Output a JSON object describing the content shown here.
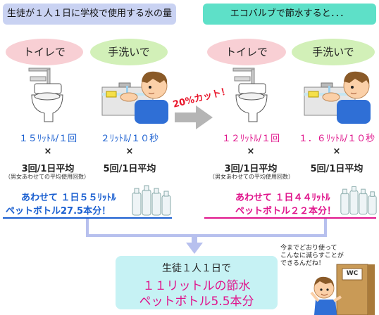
{
  "left": {
    "header": "生徒が１人１日に学校で使用する水の量",
    "toilet_label": "トイレで",
    "hand_label": "手洗いで",
    "toilet_rate": "１５ﾘｯﾄﾙ/１回",
    "hand_rate": "２ﾘｯﾄﾙ/１０秒",
    "times": "×",
    "toilet_freq": "3回/1日平均",
    "toilet_note": "（男女あわせての平均使用回数）",
    "hand_freq": "5回/1日平均",
    "total_line1": "あわせて １日５５ﾘｯﾄﾙ",
    "total_line2": "ペットボトル27.5本分！"
  },
  "right": {
    "header": "エコバルブで節水すると．．．",
    "toilet_label": "トイレで",
    "hand_label": "手洗いで",
    "toilet_rate": "１２ﾘｯﾄﾙ/１回",
    "hand_rate": "１．６ﾘｯﾄﾙ/１０秒",
    "times": "×",
    "toilet_freq": "3回/1日平均",
    "toilet_note": "（男女あわせての平均使用回数）",
    "hand_freq": "5回/1日平均",
    "total_line1": "あわせて １日４４ﾘｯﾄﾙ",
    "total_line2": "ペットボトル２２本分！"
  },
  "cut_label": "20%カット！",
  "result": {
    "line1": "生徒１人１日で",
    "line2": "１１リットルの節水",
    "line3": "ペットボトル5.5本分"
  },
  "speech": "今までどおり使って\nこんなに減らすことが\nできるんだね！",
  "door_sign": "WC",
  "colors": {
    "left_header": "#c9d2f2",
    "right_header": "#5ee0c8",
    "result_box": "#c6f2f4",
    "toilet_oval": "#f8cfd4",
    "hand_oval": "#d2f0b8",
    "blue_text": "#1a5fd0",
    "magenta_text": "#e0158c",
    "cut_text": "#e8152a",
    "connector": "#b7c0ee"
  },
  "icons": [
    "toilet-icon",
    "hand-washing-boy-icon",
    "bottles-icon",
    "arrow-right-icon",
    "arrow-down-icon",
    "boy-at-door-icon"
  ]
}
